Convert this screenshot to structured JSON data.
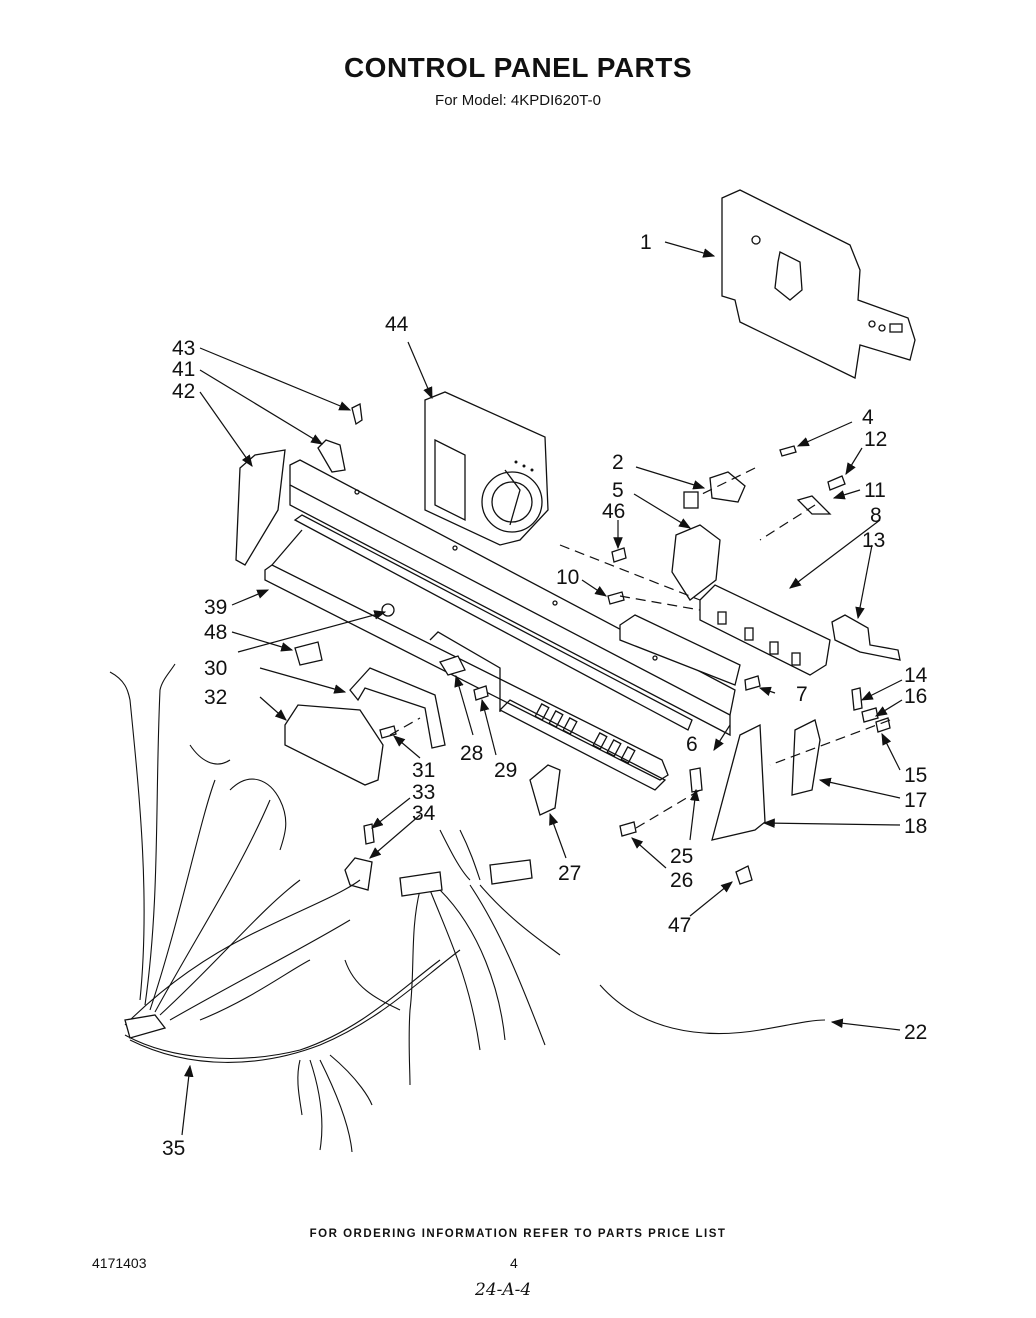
{
  "header": {
    "title": "CONTROL PANEL PARTS",
    "subtitle": "For Model: 4KPDI620T-0"
  },
  "callouts": [
    "1",
    "2",
    "4",
    "5",
    "6",
    "7",
    "8",
    "10",
    "11",
    "12",
    "13",
    "14",
    "15",
    "16",
    "17",
    "18",
    "22",
    "25",
    "26",
    "27",
    "28",
    "29",
    "30",
    "31",
    "32",
    "33",
    "34",
    "35",
    "39",
    "41",
    "42",
    "43",
    "44",
    "46",
    "47",
    "48"
  ],
  "footer": {
    "ordering_note": "FOR ORDERING INFORMATION REFER TO PARTS PRICE LIST",
    "document_number": "4171403",
    "page_number": "4",
    "handwritten_note": "24-A-4"
  }
}
